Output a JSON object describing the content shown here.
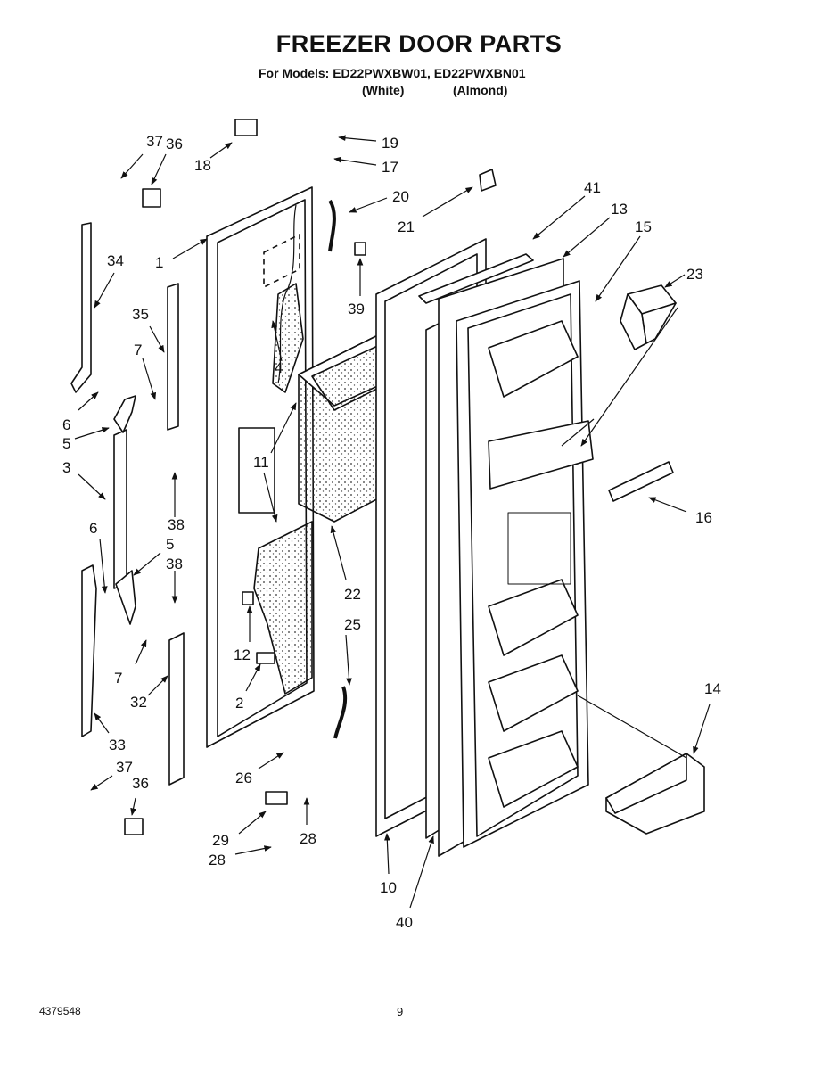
{
  "page": {
    "title": "FREEZER DOOR PARTS",
    "models": "For Models: ED22PWXBW01, ED22PWXBN01",
    "color_white": "(White)",
    "color_almond": "(Almond)",
    "document_number": "4379548",
    "page_number": "9"
  },
  "callouts": [
    {
      "id": "c37a",
      "label": "37"
    },
    {
      "id": "c36a",
      "label": "36"
    },
    {
      "id": "c18",
      "label": "18"
    },
    {
      "id": "c19",
      "label": "19"
    },
    {
      "id": "c17",
      "label": "17"
    },
    {
      "id": "c20",
      "label": "20"
    },
    {
      "id": "c21",
      "label": "21"
    },
    {
      "id": "c41",
      "label": "41"
    },
    {
      "id": "c13",
      "label": "13"
    },
    {
      "id": "c15",
      "label": "15"
    },
    {
      "id": "c23",
      "label": "23"
    },
    {
      "id": "c34",
      "label": "34"
    },
    {
      "id": "c1",
      "label": "1"
    },
    {
      "id": "c39",
      "label": "39"
    },
    {
      "id": "c35",
      "label": "35"
    },
    {
      "id": "c4",
      "label": "4"
    },
    {
      "id": "c7a",
      "label": "7"
    },
    {
      "id": "c6a",
      "label": "6"
    },
    {
      "id": "c5a",
      "label": "5"
    },
    {
      "id": "c11",
      "label": "11"
    },
    {
      "id": "c3",
      "label": "3"
    },
    {
      "id": "c38a",
      "label": "38"
    },
    {
      "id": "c16",
      "label": "16"
    },
    {
      "id": "c6b",
      "label": "6"
    },
    {
      "id": "c5b",
      "label": "5"
    },
    {
      "id": "c38b",
      "label": "38"
    },
    {
      "id": "c22",
      "label": "22"
    },
    {
      "id": "c25",
      "label": "25"
    },
    {
      "id": "c12",
      "label": "12"
    },
    {
      "id": "c7b",
      "label": "7"
    },
    {
      "id": "c32",
      "label": "32"
    },
    {
      "id": "c2",
      "label": "2"
    },
    {
      "id": "c14",
      "label": "14"
    },
    {
      "id": "c33",
      "label": "33"
    },
    {
      "id": "c26",
      "label": "26"
    },
    {
      "id": "c37b",
      "label": "37"
    },
    {
      "id": "c36b",
      "label": "36"
    },
    {
      "id": "c29",
      "label": "29"
    },
    {
      "id": "c28a",
      "label": "28"
    },
    {
      "id": "c28b",
      "label": "28"
    },
    {
      "id": "c10",
      "label": "10"
    },
    {
      "id": "c40",
      "label": "40"
    }
  ]
}
